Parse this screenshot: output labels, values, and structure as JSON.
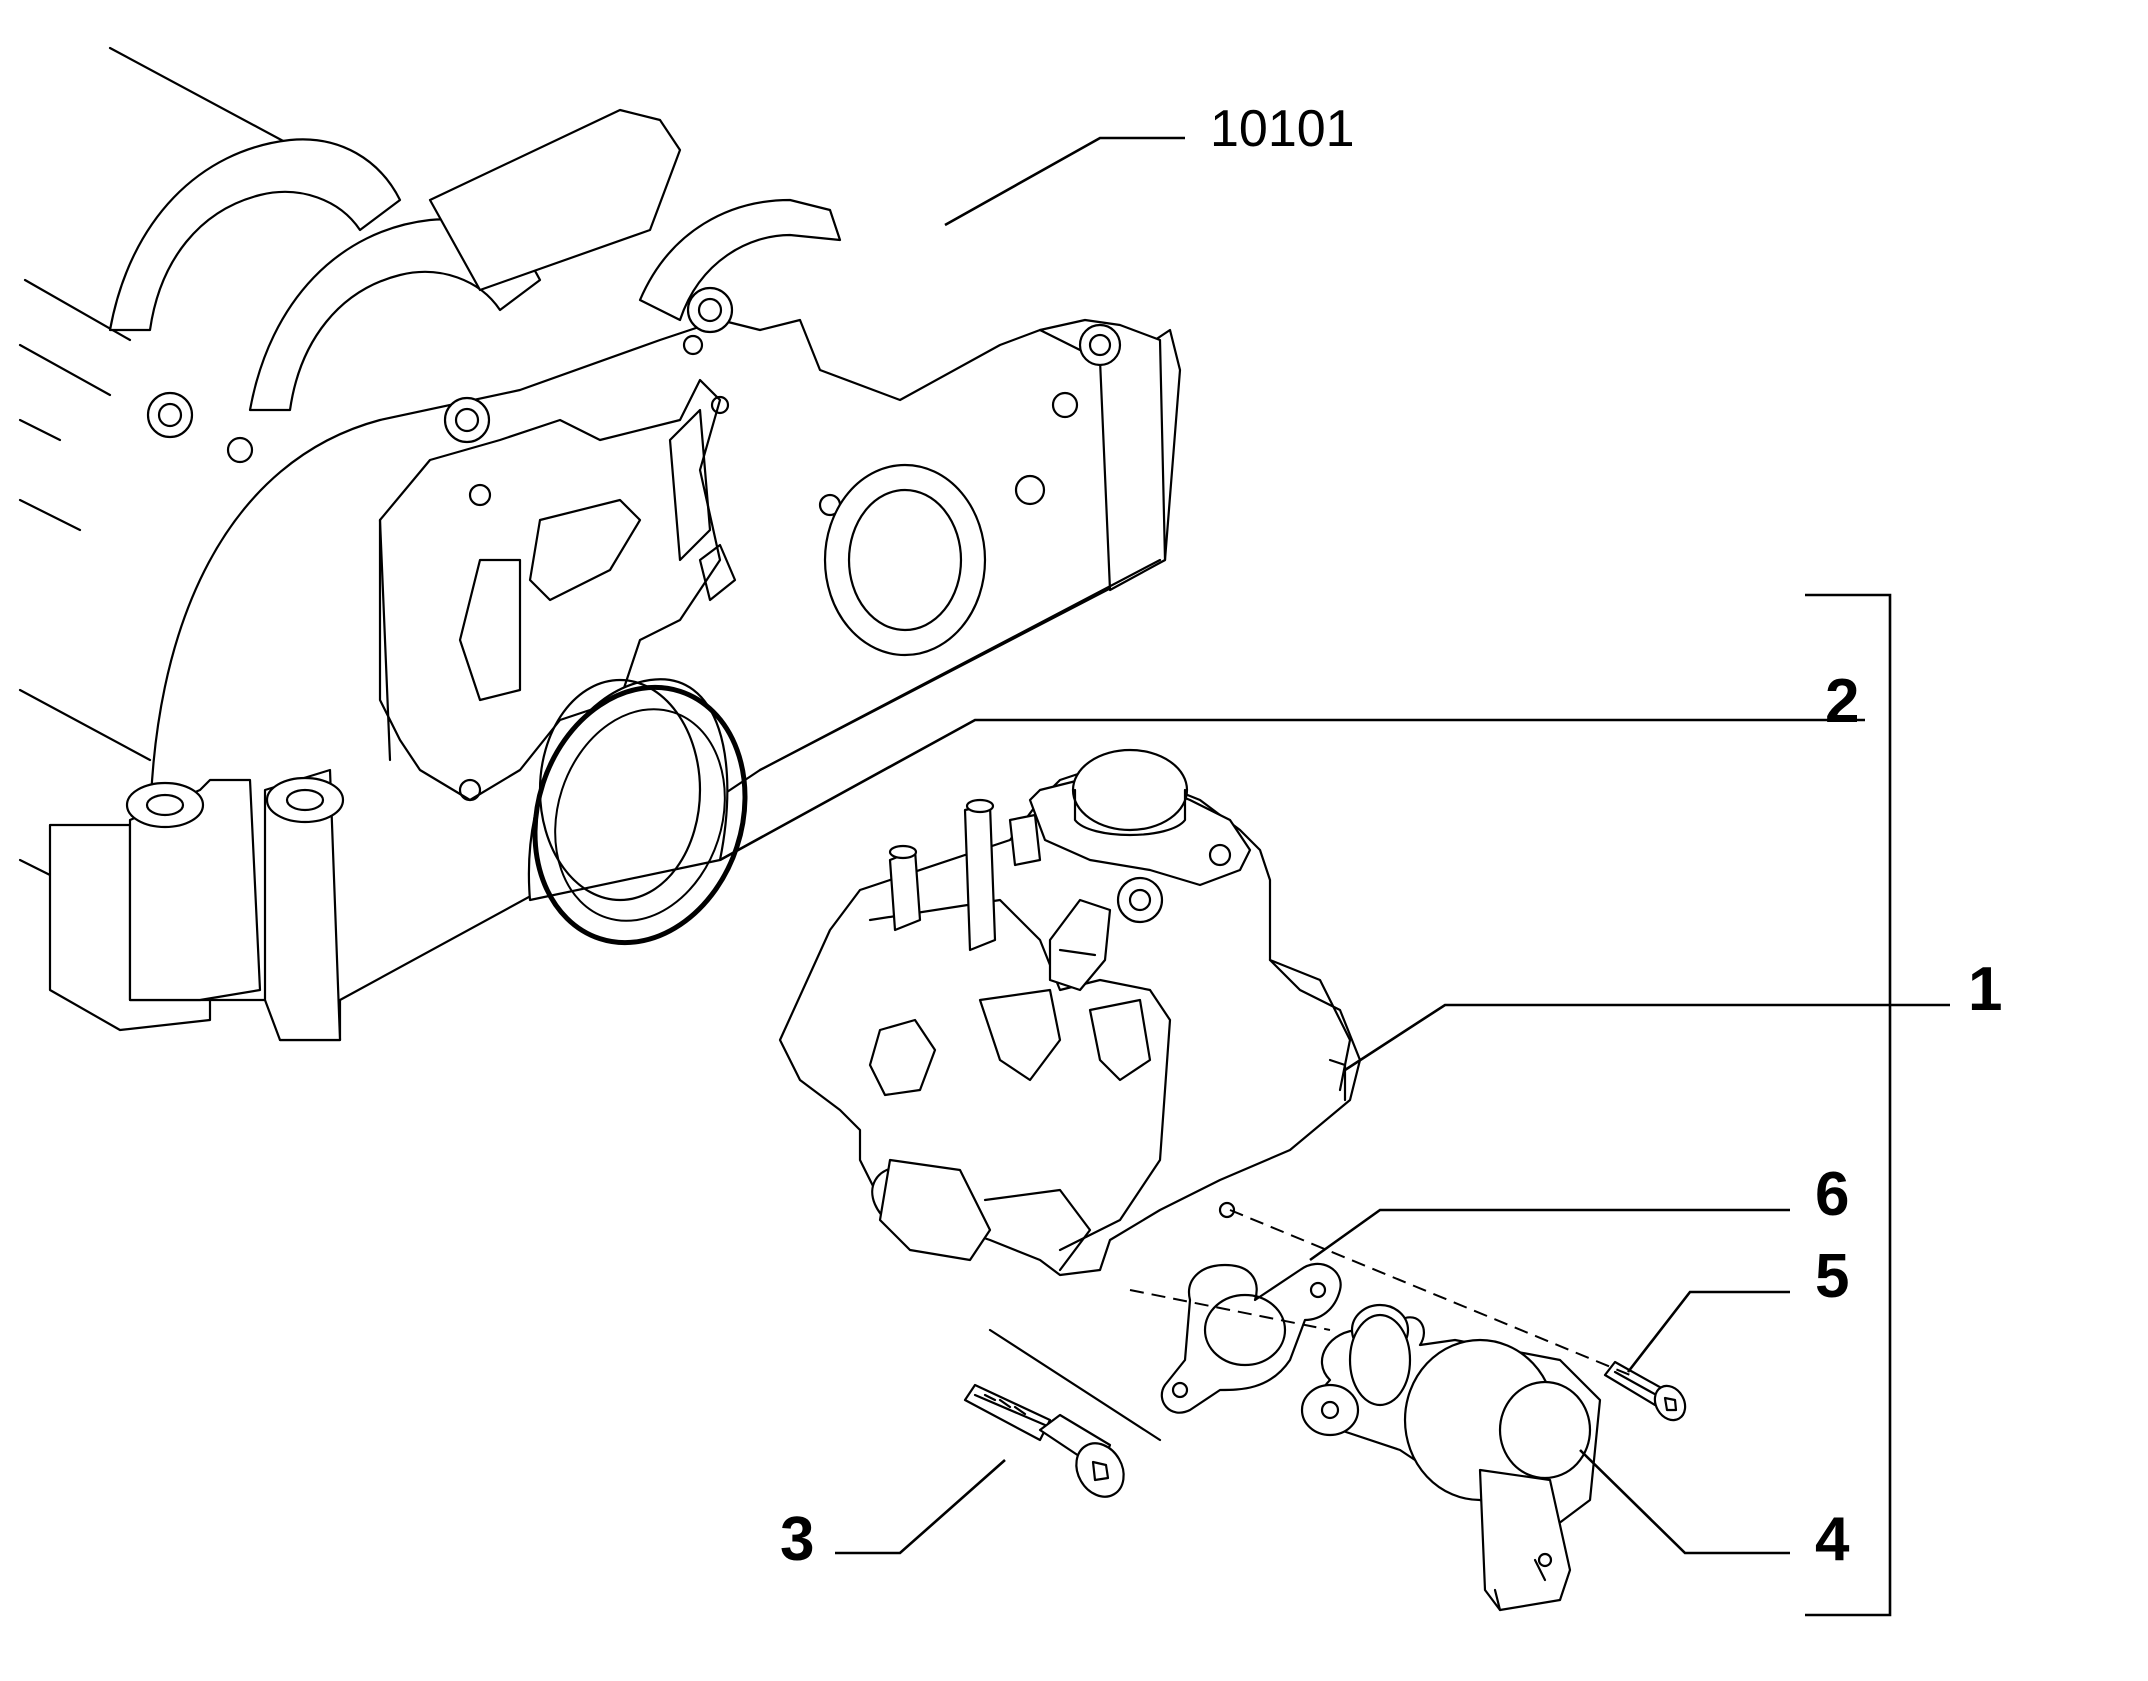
{
  "diagram": {
    "reference_label": "10101",
    "callouts": [
      "1",
      "2",
      "3",
      "4",
      "5",
      "6"
    ]
  },
  "colors": {
    "ink": "#000000",
    "paper": "#ffffff"
  }
}
